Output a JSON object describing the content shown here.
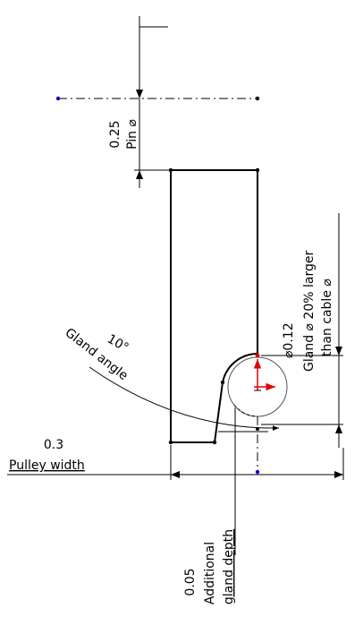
{
  "colors": {
    "line": "#000000",
    "point": "#0000cc",
    "highlight": "#e00000",
    "arc_dark": "#555555"
  },
  "dimensions": {
    "pin": {
      "value": "0.25",
      "label": "Pin",
      "symbol": "⌀"
    },
    "gland_diameter": {
      "value": "⌀0.12",
      "line2": "Gland ⌀ 20% larger",
      "line3": "than cable ⌀"
    },
    "gland_angle": {
      "value": "10°",
      "label": "Gland angle"
    },
    "pulley_width": {
      "value": "0.3",
      "label": "Pulley width"
    },
    "gland_depth": {
      "value": "0.05",
      "line2": "Additional",
      "line3": "gland depth"
    }
  }
}
